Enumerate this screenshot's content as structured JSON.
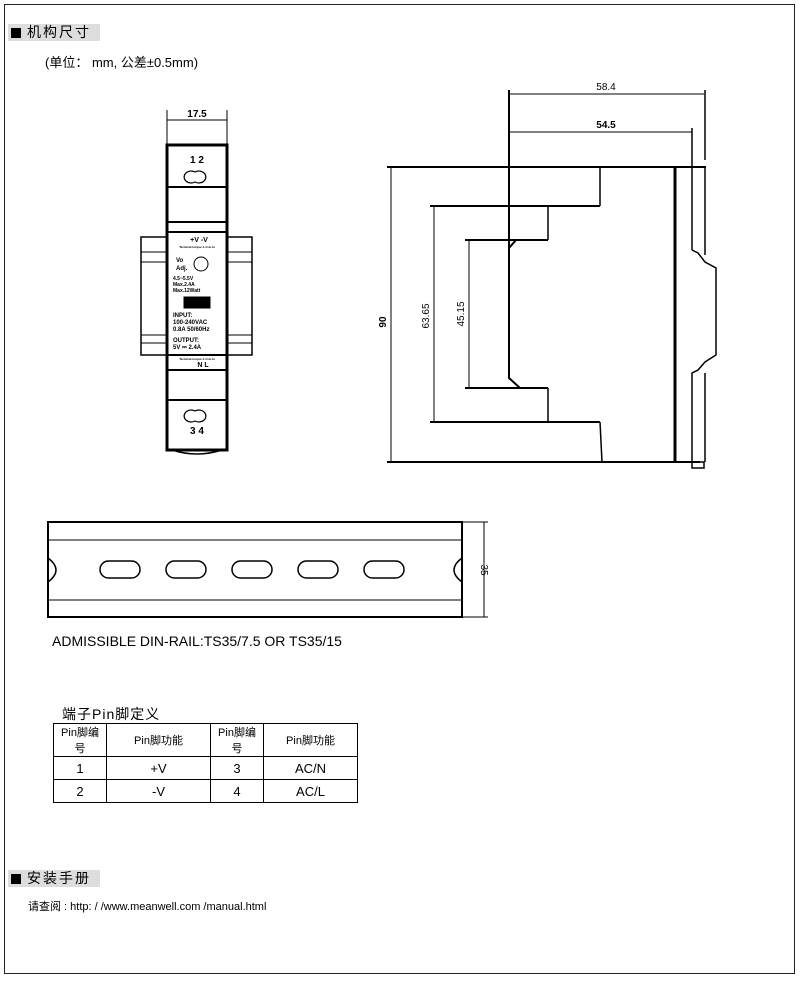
{
  "sections": {
    "dimensions_title": "机构尺寸",
    "manual_title": "安装手册"
  },
  "units_note": "(单位： mm, 公差±0.5mm)",
  "front_view": {
    "width_dim": "17.5",
    "top_pins": "1  2",
    "bottom_pins": "3  4",
    "out_terminals": "+V   -V",
    "torque_note": "Terminal torque 4.4 Lb-In",
    "vo_adj": [
      "Vo",
      "Adj."
    ],
    "spec_lines": [
      "4.5~5.5V",
      "Max.2.4A",
      "Max.12Watt"
    ],
    "input_lines": [
      "INPUT:",
      "100-240VAC",
      "0.8A  50/60Hz"
    ],
    "output_lines": [
      "OUTPUT:",
      "5V ⎓ 2.4A"
    ],
    "in_terminals": "N    L",
    "logo": "MW"
  },
  "side_view": {
    "dim_depth_total": "58.4",
    "dim_depth_body": "54.5",
    "dim_height": "90",
    "dim_step1": "63.65",
    "dim_step2": "45.15"
  },
  "din_rail": {
    "height_dim": "35",
    "caption": "ADMISSIBLE DIN-RAIL:TS35/7.5 OR TS35/15"
  },
  "pin_table": {
    "title": "端子Pin脚定义",
    "headers": [
      "Pin脚编号",
      "Pin脚功能",
      "Pin脚编号",
      "Pin脚功能"
    ],
    "rows": [
      [
        "1",
        "+V",
        "3",
        "AC/N"
      ],
      [
        "2",
        "-V",
        "4",
        "AC/L"
      ]
    ]
  },
  "manual_text": "请查阅 : http: / /www.meanwell.com /manual.html"
}
